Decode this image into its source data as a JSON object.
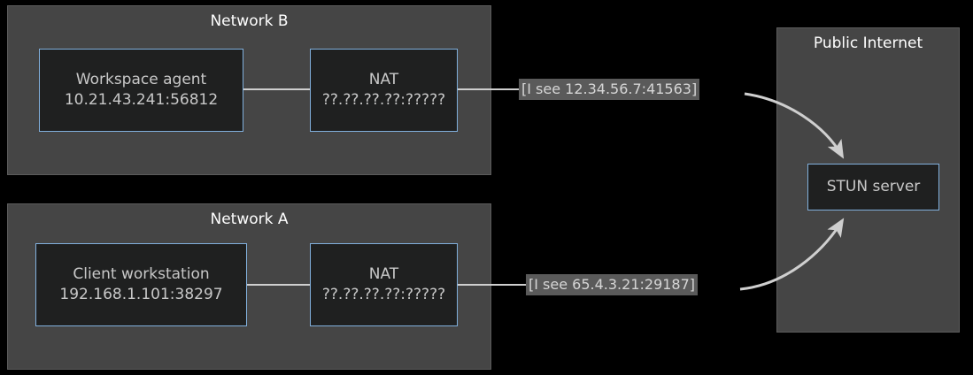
{
  "diagram": {
    "background_color": "#000000",
    "subgraph_fill": "#454545",
    "node_fill": "#1f2020",
    "node_border": "#81b0dd",
    "edge_color": "#cfcfcf",
    "label_fill": "#5a5a5a",
    "title_color": "#ffffff",
    "node_text_color": "#c8c8c8"
  },
  "subgraphs": {
    "network_b": {
      "title": "Network B",
      "nodes": {
        "workspace_agent": {
          "line1": "Workspace agent",
          "line2": "10.21.43.241:56812"
        },
        "nat": {
          "line1": "NAT",
          "line2": "??.??.??.??:?????"
        }
      }
    },
    "network_a": {
      "title": "Network A",
      "nodes": {
        "client_workstation": {
          "line1": "Client workstation",
          "line2": "192.168.1.101:38297"
        },
        "nat": {
          "line1": "NAT",
          "line2": "??.??.??.??:?????"
        }
      }
    },
    "public_internet": {
      "title": "Public Internet",
      "nodes": {
        "stun_server": {
          "line1": "STUN server"
        }
      }
    }
  },
  "edges": {
    "b_nat_to_stun": {
      "label": "[I see 12.34.56.7:41563]"
    },
    "a_nat_to_stun": {
      "label": "[I see 65.4.3.21:29187]"
    }
  }
}
